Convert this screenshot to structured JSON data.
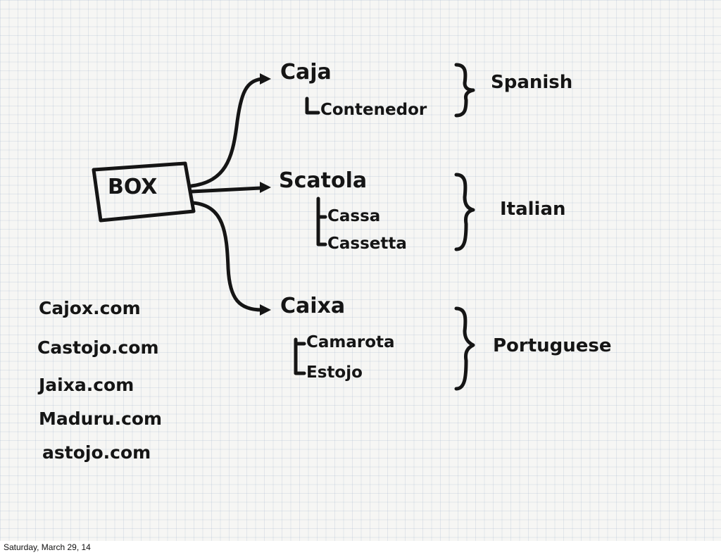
{
  "diagram": {
    "root": "BOX",
    "groups": [
      {
        "word": "Caja",
        "alternatives": [
          "Contenedor"
        ],
        "language": "Spanish"
      },
      {
        "word": "Scatola",
        "alternatives": [
          "Cassa",
          "Cassetta"
        ],
        "language": "Italian"
      },
      {
        "word": "Caixa",
        "alternatives": [
          "Camarota",
          "Estojo"
        ],
        "language": "Portuguese"
      }
    ],
    "domains": [
      "Cajox.com",
      "Castojo.com",
      "Jaixa.com",
      "Maduru.com",
      "astojo.com"
    ]
  },
  "footer": {
    "date": "Saturday, March 29, 14"
  },
  "colors": {
    "ink": "#151515",
    "paper": "#f6f6f4",
    "grid": "#b4c2d6"
  }
}
